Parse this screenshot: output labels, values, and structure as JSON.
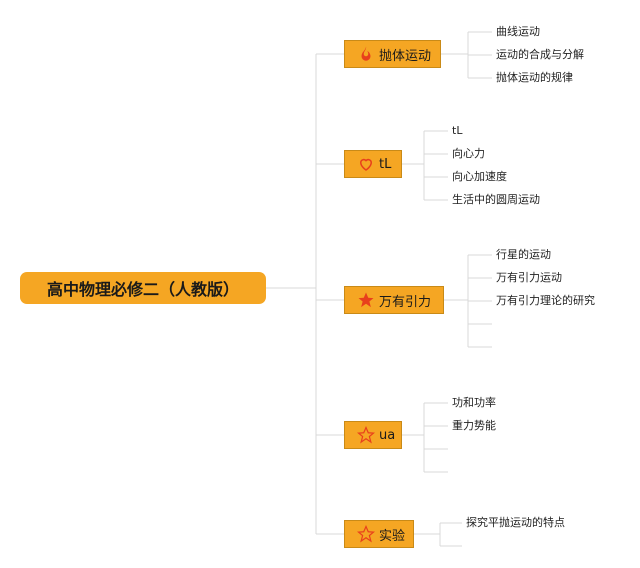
{
  "root": {
    "label": "高中物理必修二（人教版）"
  },
  "branches": [
    {
      "label": "抛体运动",
      "icon": "fire-icon",
      "leaves": [
        "曲线运动",
        "运动的合成与分解",
        "抛体运动的规律"
      ]
    },
    {
      "label": "tL",
      "icon": "heart-icon",
      "leaves": [
        "tL",
        "向心力",
        "向心加速度",
        "生活中的圆周运动"
      ]
    },
    {
      "label": "万有引力",
      "icon": "star-filled-icon",
      "leaves": [
        "行星的运动",
        "万有引力运动",
        "万有引力理论的研究",
        "",
        ""
      ]
    },
    {
      "label": "ua",
      "icon": "star-outline-icon",
      "leaves": [
        "功和功率",
        "重力势能",
        "",
        ""
      ]
    },
    {
      "label": "实验",
      "icon": "star-outline-icon",
      "leaves": [
        "探究平抛运动的特点",
        ""
      ]
    }
  ],
  "colors": {
    "node_fill": "#f5a623",
    "line": "#d8d8d8",
    "icon": "#e8401c"
  }
}
